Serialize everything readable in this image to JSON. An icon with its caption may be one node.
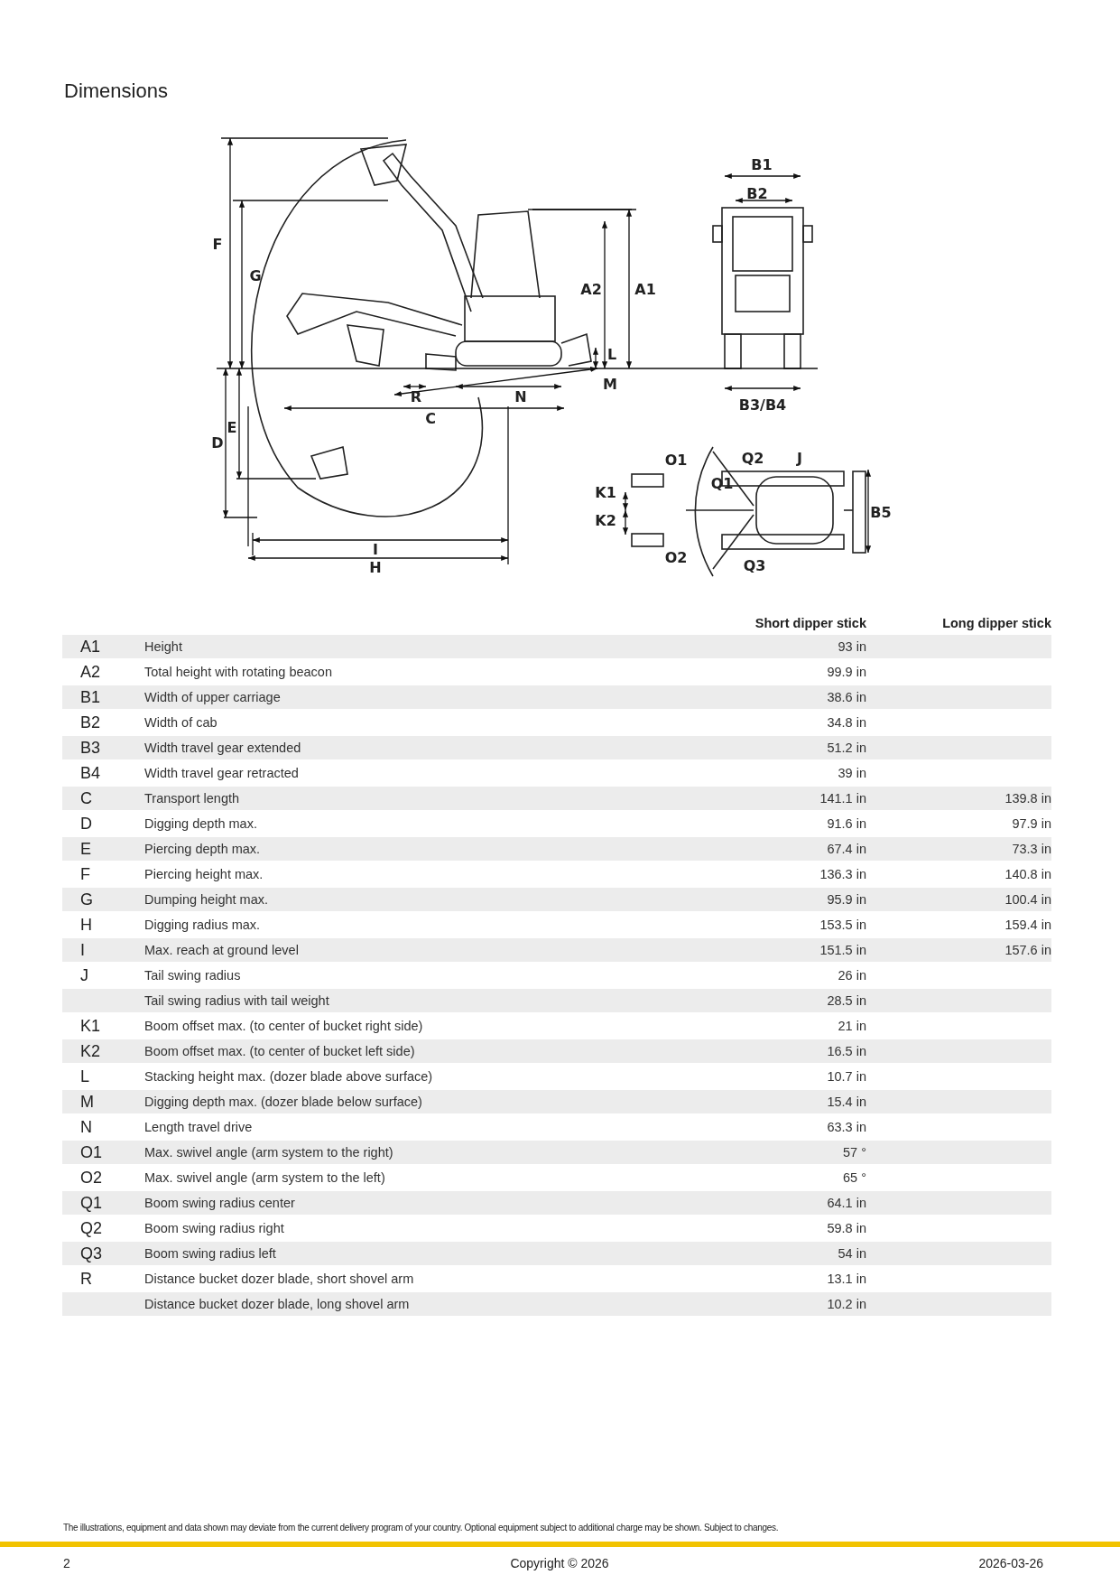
{
  "diagram": {
    "title": "Dimensions",
    "labels": [
      "F",
      "G",
      "A2",
      "A1",
      "L",
      "M",
      "R",
      "N",
      "C",
      "D",
      "E",
      "I",
      "H",
      "B1",
      "B2",
      "B3/B4",
      "O1",
      "Q2",
      "J",
      "Q1",
      "K1",
      "K2",
      "B5",
      "O2",
      "Q3",
      "Short dipper stick",
      "Long dipper stick",
      "A1",
      "Height",
      "93 in",
      "A2",
      "Total height with rotating beacon",
      "99.9 in",
      "B1",
      "Width of upper carriage",
      "38.6 in",
      "B2",
      "Width of cab",
      "34.8 in",
      "B3",
      "Width travel gear extended",
      "51.2 in",
      "B4",
      "Width travel gear retracted",
      "39 in",
      "C",
      "Transport length",
      "141.1 in",
      "139.8 in",
      "D",
      "Digging depth max.",
      "91.6 in",
      "97.9 in",
      "E",
      "Piercing depth max.",
      "67.4 in",
      "73.3 in",
      "F",
      "Piercing height max.",
      "136.3 in",
      "140.8 in",
      "G",
      "Dumping height max.",
      "95.9 in",
      "100.4 in",
      "H",
      "Digging radius max.",
      "153.5 in",
      "159.4 in",
      "I",
      "Max. reach at ground level",
      "151.5 in",
      "157.6 in",
      "J",
      "Tail swing radius",
      "26 in",
      "Tail swing radius with tail weight",
      "28.5 in",
      "K1",
      "Boom offset max. (to center of bucket right side)",
      "21 in",
      "K2",
      "Boom offset max. (to center of bucket left side)",
      "16.5 in",
      "L",
      "Stacking height max. (dozer blade above surface)",
      "10.7 in",
      "M",
      "Digging depth max. (dozer blade below surface)",
      "15.4 in",
      "N",
      "Length travel drive",
      "63.3 in",
      "O1",
      "Max. swivel angle (arm system to the right)",
      "57 °",
      "O2",
      "Max. swivel angle (arm system to the left)",
      "65 °",
      "Q1",
      "Boom swing radius center",
      "64.1 in",
      "Q2",
      "Boom swing radius right",
      "59.8 in",
      "Q3",
      "Boom swing radius left",
      "54 in",
      "R",
      "Distance bucket dozer blade, short shovel arm",
      "13.1 in",
      "Distance bucket dozer blade, long shovel arm",
      "10.2 in",
      "The illustrations, equipment and data shown may deviate from the current delivery program of your country. Optional equipment subject to additional charge may be shown. Subject to changes.",
      "2",
      "Copyright © 2026",
      "2026-03-26"
    ]
  }
}
